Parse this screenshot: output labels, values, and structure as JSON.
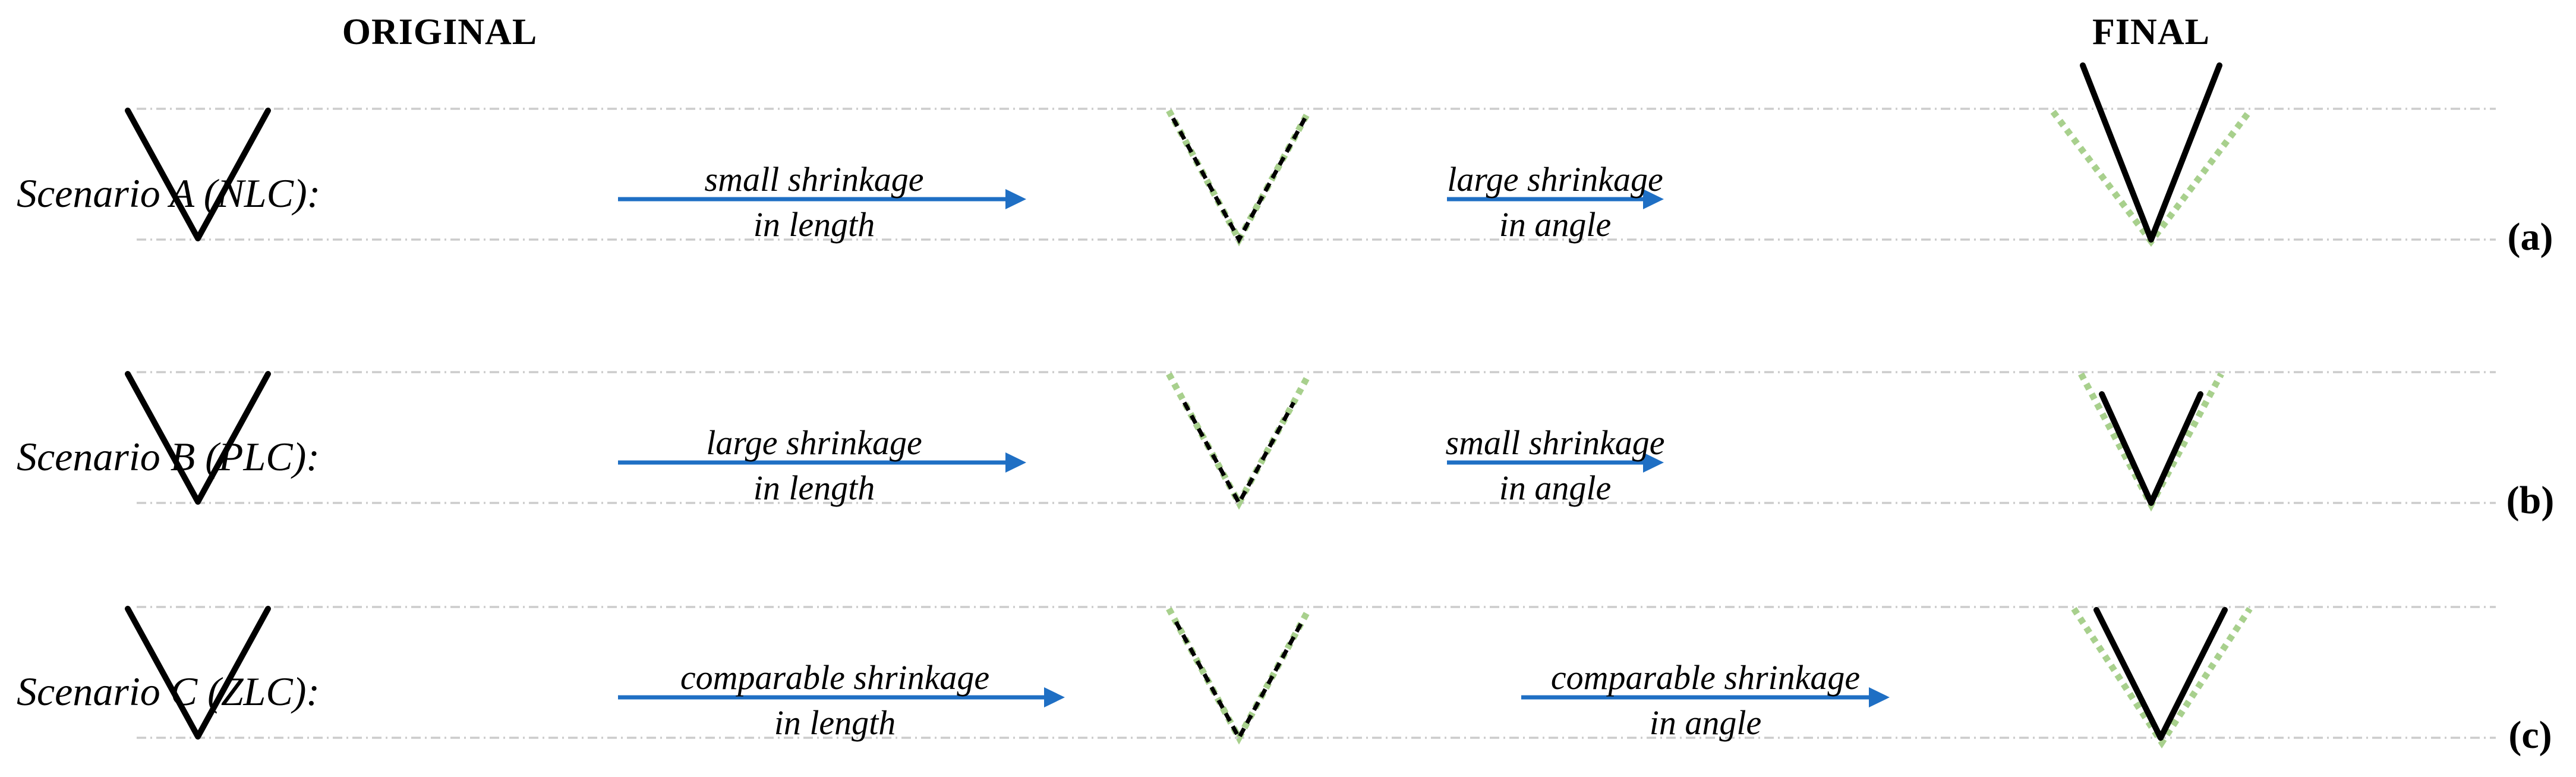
{
  "headers": {
    "original": "ORIGINAL",
    "final": "FINAL"
  },
  "colors": {
    "black": "#000000",
    "blue": "#1F6FC4",
    "green": "#A8D08D",
    "gray": "#CCCCCC"
  },
  "rows": [
    {
      "label": "Scenario A (NLC):",
      "tag": "(a)",
      "step1": {
        "line1": "small shrinkage",
        "line2": "in length"
      },
      "step2": {
        "line1": "large shrinkage",
        "line2": "in angle"
      }
    },
    {
      "label": "Scenario B (PLC):",
      "tag": "(b)",
      "step1": {
        "line1": "large shrinkage",
        "line2": "in length"
      },
      "step2": {
        "line1": "small shrinkage",
        "line2": "in angle"
      }
    },
    {
      "label": "Scenario C (ZLC):",
      "tag": "(c)",
      "step1": {
        "line1": "comparable shrinkage",
        "line2": "in length"
      },
      "step2": {
        "line1": "comparable shrinkage",
        "line2": "in angle"
      }
    }
  ]
}
